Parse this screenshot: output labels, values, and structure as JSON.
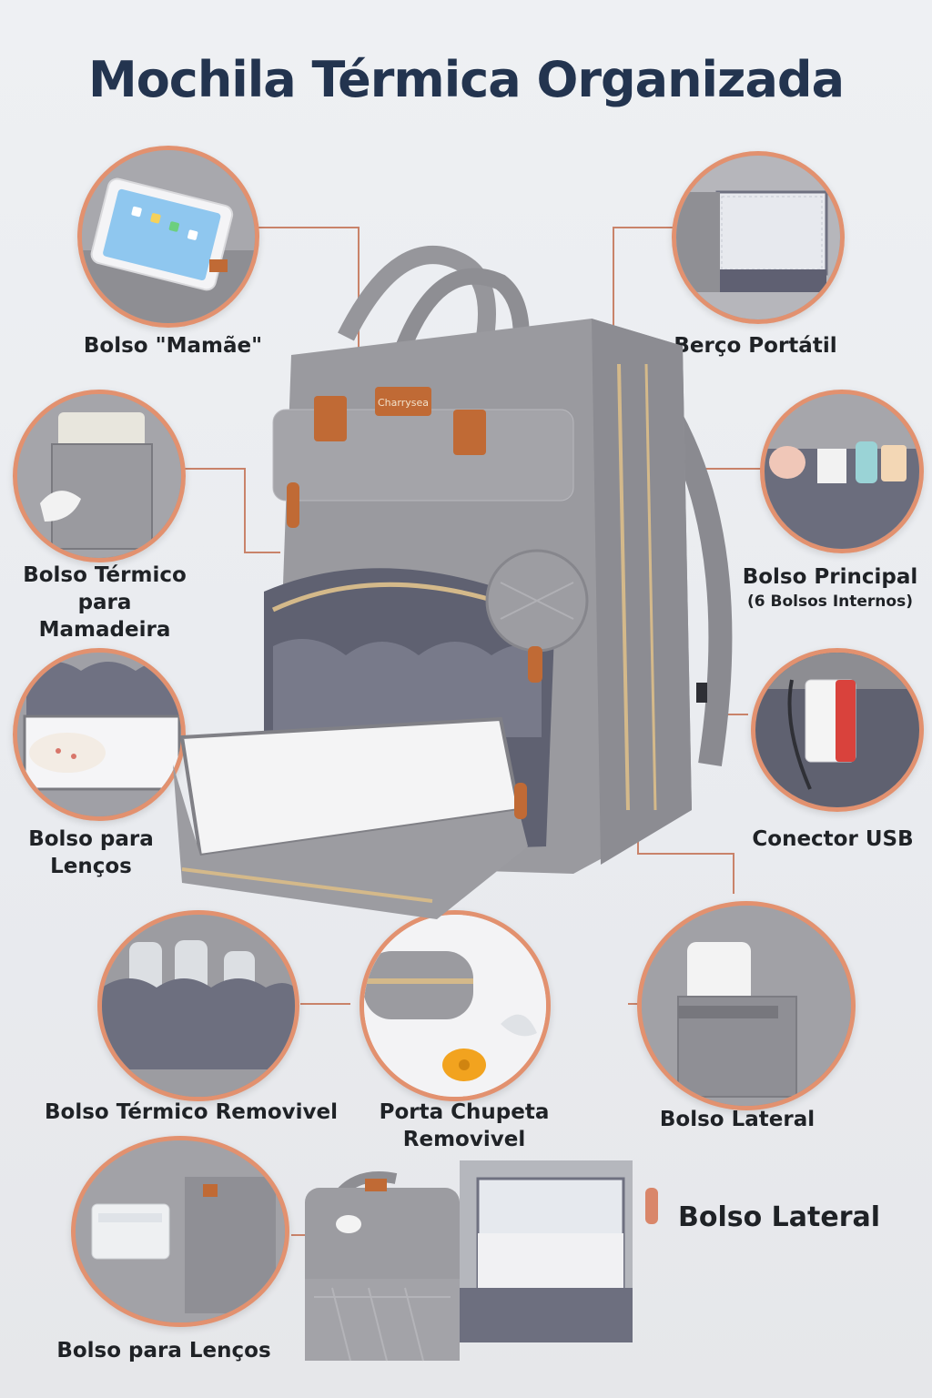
{
  "title": "Mochila Térmica Organizada",
  "brand_tag": "Charrysea",
  "colors": {
    "accent_ring": "#e2916f",
    "title": "#23344f",
    "bag_gray": "#9a9a9f",
    "leather": "#c06a35",
    "zipper_gold": "#d4b98a"
  },
  "features": {
    "mamae": {
      "label": "Bolso \"Mamãe\"",
      "icon": "tablet-pocket-icon"
    },
    "berco": {
      "label": "Berço Portátil",
      "icon": "crib-icon"
    },
    "termico_mamadeira": {
      "line1": "Bolso Térmico",
      "line2": "para Mamadeira",
      "icon": "bottle-pocket-icon"
    },
    "principal": {
      "label": "Bolso Principal",
      "sub": "(6 Bolsos Internos)",
      "icon": "main-compartment-icon"
    },
    "lencos": {
      "line1": "Bolso para",
      "line2": "Lenços",
      "icon": "wipes-pocket-icon"
    },
    "usb": {
      "label": "Conector USB",
      "icon": "usb-icon"
    },
    "termico_removivel": {
      "label": "Bolso Térmico Removivel",
      "icon": "insulated-pocket-icon"
    },
    "chupeta": {
      "line1": "Porta Chupeta",
      "line2": "Removivel",
      "icon": "pacifier-icon"
    },
    "lateral": {
      "label": "Bolso Lateral",
      "icon": "side-pocket-icon"
    },
    "lateral_bottom": {
      "label": "Bolso Lateral"
    },
    "lencos_bottom": {
      "label": "Bolso para Lenços",
      "icon": "wipes-dispenser-icon"
    }
  }
}
